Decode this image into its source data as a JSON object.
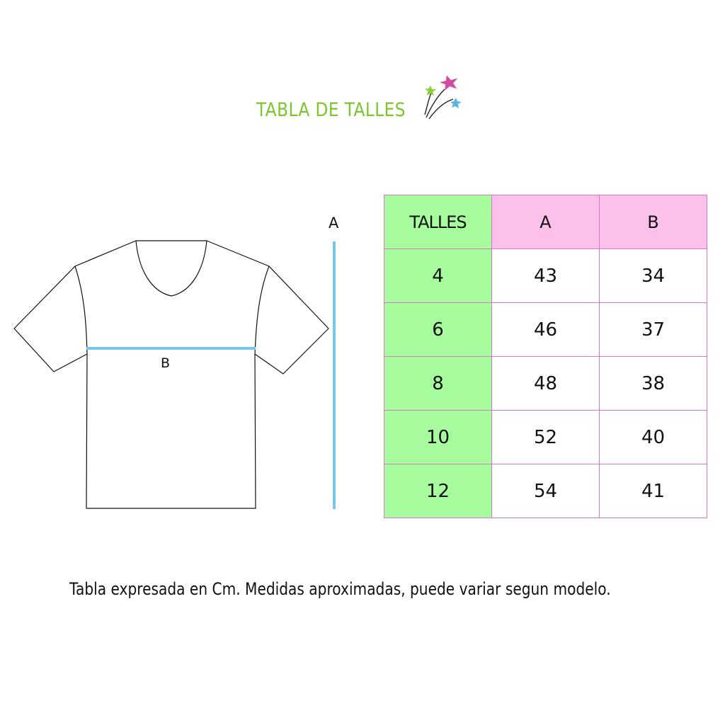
{
  "title": "TABLA DE TALLES",
  "colors": {
    "title": "#7bc62c",
    "green_cell": "#a7fc9d",
    "pink_cell": "#fbc1eb",
    "border": "#d978c3",
    "measure_line": "#7ac6ea"
  },
  "diagram": {
    "label_a": "A",
    "label_b": "B"
  },
  "table": {
    "headers": [
      "TALLES",
      "A",
      "B"
    ],
    "rows": [
      {
        "talle": "4",
        "a": "43",
        "b": "34"
      },
      {
        "talle": "6",
        "a": "46",
        "b": "37"
      },
      {
        "talle": "8",
        "a": "48",
        "b": "38"
      },
      {
        "talle": "10",
        "a": "52",
        "b": "40"
      },
      {
        "talle": "12",
        "a": "54",
        "b": "41"
      }
    ]
  },
  "footnote": "Tabla expresada en Cm. Medidas aproximadas, puede variar segun modelo.",
  "icons": [
    "stars-icon"
  ]
}
